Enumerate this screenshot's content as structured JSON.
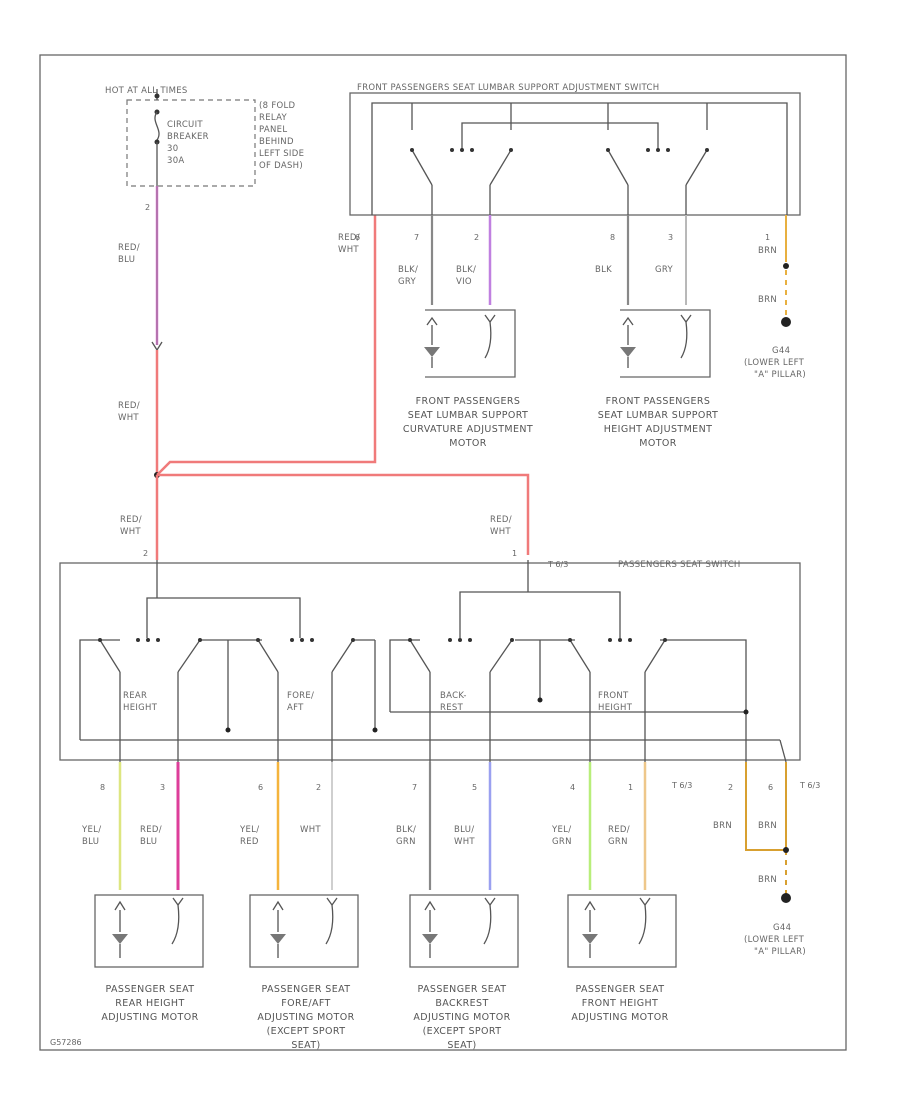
{
  "header": {
    "hot_at": "HOT AT ALL TIMES",
    "cb_lines": [
      "CIRCUIT",
      "BREAKER",
      "30",
      "30A"
    ],
    "relay_panel": [
      "(8 FOLD",
      "RELAY",
      "PANEL",
      "BEHIND",
      "LEFT SIDE",
      "OF DASH)"
    ],
    "cb_pin": "2"
  },
  "lumbar_switch": {
    "title": "FRONT PASSENGERS SEAT LUMBAR SUPPORT ADJUSTMENT SWITCH",
    "pins": [
      "6",
      "7",
      "2",
      "8",
      "3",
      "1"
    ]
  },
  "wires": {
    "red_blu": [
      "RED/",
      "BLU"
    ],
    "red_wht_a": [
      "RED/",
      "WHT"
    ],
    "red_wht_b": [
      "RED/",
      "WHT"
    ],
    "red_wht_c": [
      "RED/",
      "WHT"
    ],
    "red_wht_d": [
      "RED/",
      "WHT"
    ],
    "blk_gry": [
      "BLK/",
      "GRY"
    ],
    "blk_vio": [
      "BLK/",
      "VIO"
    ],
    "blk": [
      "BLK"
    ],
    "gry": [
      "GRY"
    ],
    "brn_1": [
      "BRN"
    ],
    "brn_2": [
      "BRN"
    ],
    "yel_blu": [
      "YEL/",
      "BLU"
    ],
    "red_blu_2": [
      "RED/",
      "BLU"
    ],
    "yel_red": [
      "YEL/",
      "RED"
    ],
    "wht": [
      "WHT"
    ],
    "blk_grn": [
      "BLK/",
      "GRN"
    ],
    "blu_wht": [
      "BLU/",
      "WHT"
    ],
    "yel_grn": [
      "YEL/",
      "GRN"
    ],
    "red_grn": [
      "RED/",
      "GRN"
    ],
    "brn_3": [
      "BRN"
    ],
    "brn_4": [
      "BRN"
    ],
    "brn_5": [
      "BRN"
    ]
  },
  "grounds": {
    "g1": [
      "G44",
      "(LOWER LEFT",
      "\"A\" PILLAR)"
    ],
    "g2": [
      "G44",
      "(LOWER LEFT",
      "\"A\" PILLAR)"
    ]
  },
  "lumbar_motors": {
    "curvature": [
      "FRONT PASSENGERS",
      "SEAT LUMBAR SUPPORT",
      "CURVATURE ADJUSTMENT",
      "MOTOR"
    ],
    "height": [
      "FRONT PASSENGERS",
      "SEAT LUMBAR SUPPORT",
      "HEIGHT ADJUSTMENT",
      "MOTOR"
    ]
  },
  "seat_switch": {
    "title": "PASSENGERS SEAT SWITCH",
    "conn_1": "T 6/3",
    "conn_2": "T 6/3",
    "conn_3": "T 6/3",
    "pin_in_1": "2",
    "pin_in_2": "1",
    "sections": {
      "rear_height": [
        "REAR",
        "HEIGHT"
      ],
      "fore_aft": [
        "FORE/",
        "AFT"
      ],
      "backrest": [
        "BACK-",
        "REST"
      ],
      "front_height": [
        "FRONT",
        "HEIGHT"
      ]
    },
    "pins": [
      "8",
      "3",
      "6",
      "2",
      "7",
      "5",
      "4",
      "1",
      "2",
      "6"
    ]
  },
  "seat_motors": {
    "rear_height": [
      "PASSENGER SEAT",
      "REAR HEIGHT",
      "ADJUSTING MOTOR"
    ],
    "fore_aft": [
      "PASSENGER SEAT",
      "FORE/AFT",
      "ADJUSTING MOTOR",
      "(EXCEPT SPORT",
      "SEAT)"
    ],
    "backrest": [
      "PASSENGER SEAT",
      "BACKREST",
      "ADJUSTING MOTOR",
      "(EXCEPT SPORT",
      "SEAT)"
    ],
    "front_height": [
      "PASSENGER SEAT",
      "FRONT HEIGHT",
      "ADJUSTING MOTOR"
    ]
  },
  "footer": {
    "code": "G57286"
  },
  "colors": {
    "red": "#f07a7a",
    "pink": "#e080d8",
    "magenta": "#dd3e9a",
    "violet": "#c080e0",
    "yellow_green": "#dde680",
    "orange": "#f5b43c",
    "blue": "#9aa0f0",
    "green": "#b8ee7a",
    "tan": "#eec78a",
    "brown": "#d8a030",
    "gray": "#888888",
    "wht_line": "#cfcfcf"
  }
}
